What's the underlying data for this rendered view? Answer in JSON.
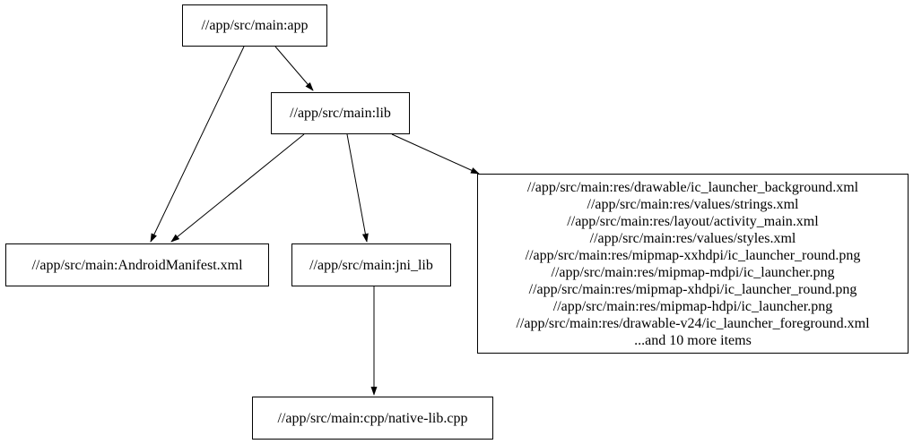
{
  "graph": {
    "background_color": "#ffffff",
    "node_border_color": "#000000",
    "edge_color": "#000000",
    "text_color": "#000000",
    "nodes": [
      {
        "id": "app",
        "label": "//app/src/main:app"
      },
      {
        "id": "lib",
        "label": "//app/src/main:lib"
      },
      {
        "id": "android_manifest",
        "label": "//app/src/main:AndroidManifest.xml"
      },
      {
        "id": "jni_lib",
        "label": "//app/src/main:jni_lib"
      },
      {
        "id": "res_group",
        "lines": [
          "//app/src/main:res/drawable/ic_launcher_background.xml",
          "//app/src/main:res/values/strings.xml",
          "//app/src/main:res/layout/activity_main.xml",
          "//app/src/main:res/values/styles.xml",
          "//app/src/main:res/mipmap-xxhdpi/ic_launcher_round.png",
          "//app/src/main:res/mipmap-mdpi/ic_launcher.png",
          "//app/src/main:res/mipmap-xhdpi/ic_launcher_round.png",
          "//app/src/main:res/mipmap-hdpi/ic_launcher.png",
          "//app/src/main:res/drawable-v24/ic_launcher_foreground.xml",
          "...and 10 more items"
        ]
      },
      {
        "id": "native_lib",
        "label": "//app/src/main:cpp/native-lib.cpp"
      }
    ],
    "edges": [
      {
        "from": "app",
        "to": "lib"
      },
      {
        "from": "app",
        "to": "android_manifest"
      },
      {
        "from": "lib",
        "to": "android_manifest"
      },
      {
        "from": "lib",
        "to": "jni_lib"
      },
      {
        "from": "lib",
        "to": "res_group"
      },
      {
        "from": "jni_lib",
        "to": "native_lib"
      }
    ]
  }
}
